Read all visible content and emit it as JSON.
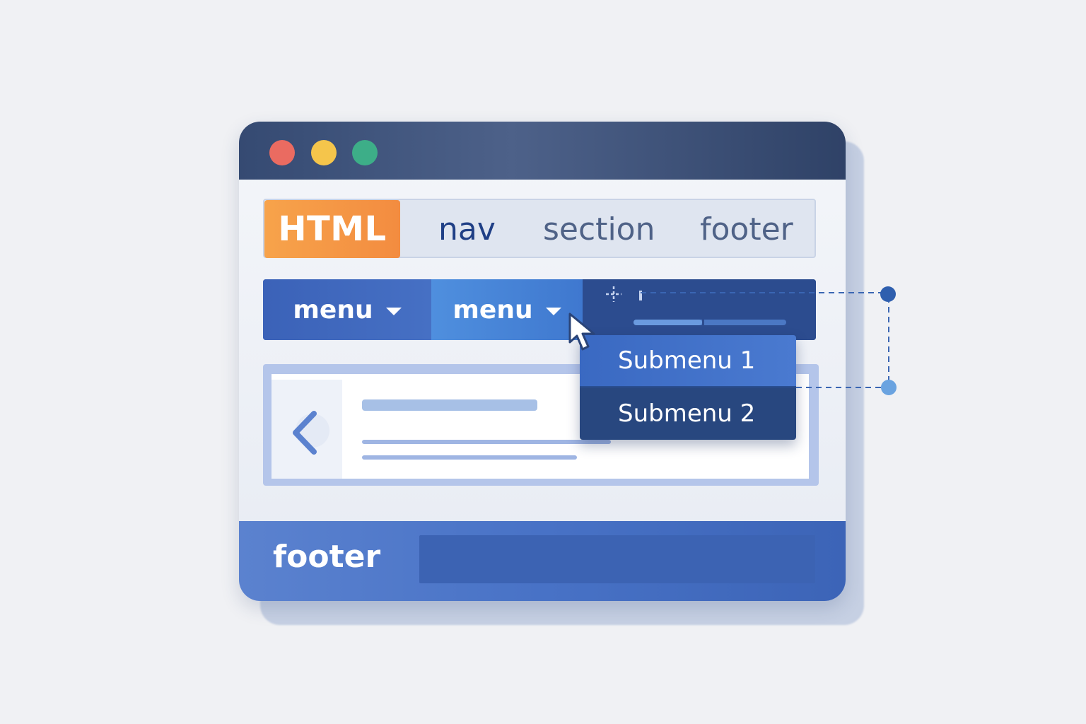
{
  "window": {
    "controls": {
      "close_color": "#ea6b61",
      "minimize_color": "#f5c54b",
      "maximize_color": "#3dae88"
    }
  },
  "tabs": {
    "active": "HTML",
    "items": [
      "nav",
      "section",
      "footer"
    ],
    "active_color": "#f38c40"
  },
  "menubar": {
    "menu_1_label": "menu",
    "menu_2_label": "menu",
    "progress_fraction": 0.45
  },
  "dropdown": {
    "items": [
      "Submenu 1",
      "Submenu 2"
    ]
  },
  "icons": {
    "back": "chevron-left-icon",
    "cursor": "mouse-pointer-icon",
    "crosshair": "crosshair-icon"
  },
  "footer": {
    "label": "footer",
    "accent": "#4872c6"
  }
}
